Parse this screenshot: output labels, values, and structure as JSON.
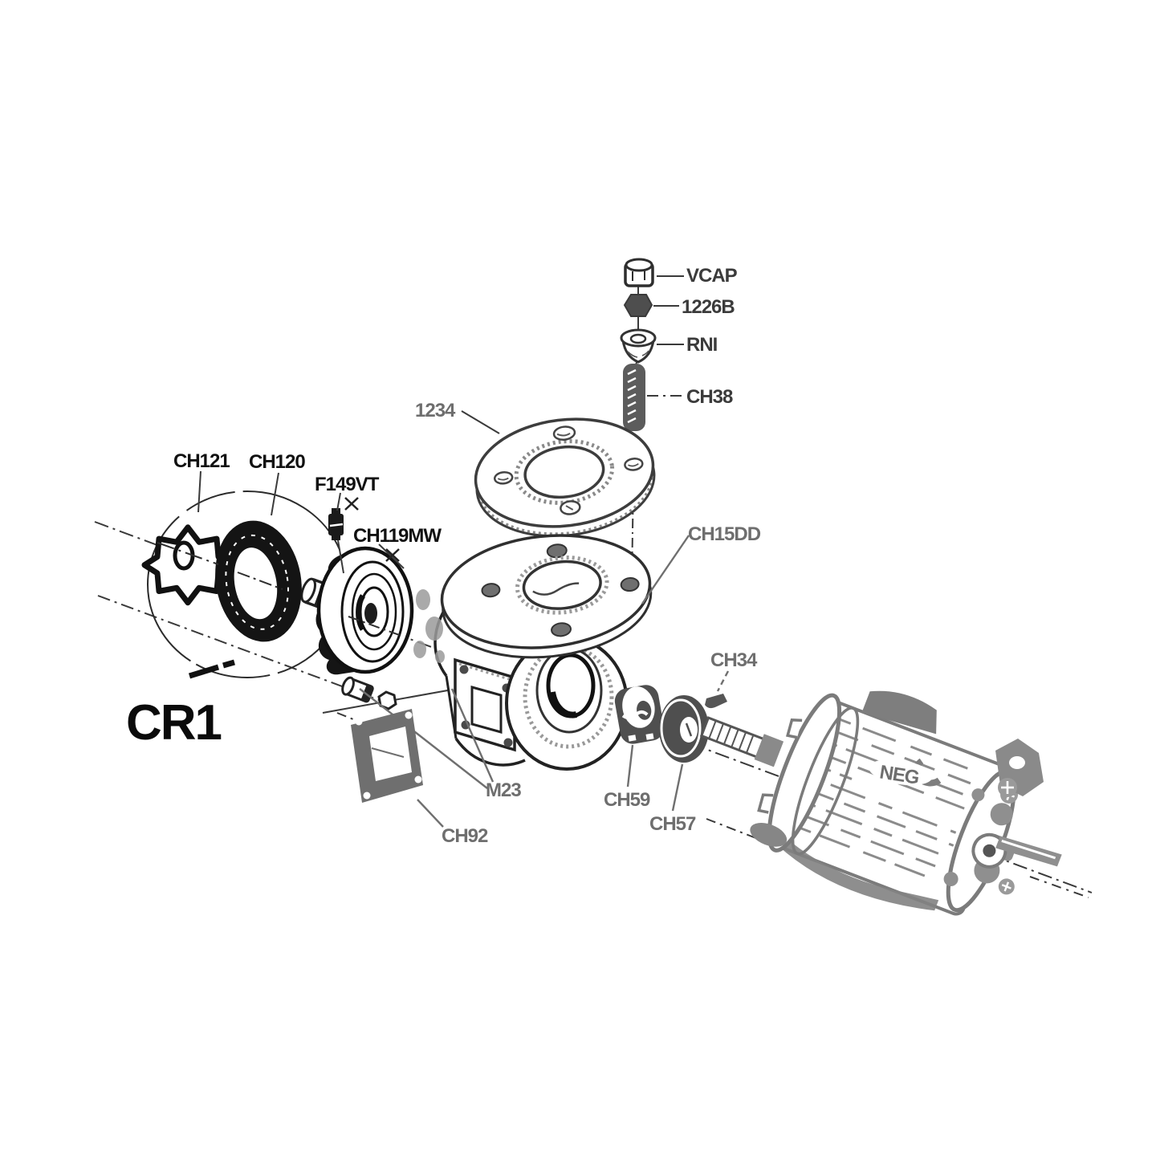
{
  "diagram": {
    "type": "exploded-parts-diagram",
    "subject": "pump and motor assembly",
    "colors": {
      "ink": "#1a1a1a",
      "motor_gray": "#7b7b7b",
      "part_gray": "#4f4f4f",
      "label_gray": "#6e6e6e",
      "background": "#ffffff"
    },
    "labels": {
      "vcap": "VCAP",
      "nut_1226b": "1226B",
      "rni": "RNI",
      "spring_ch38": "CH38",
      "gasket_1234": "1234",
      "knob_ch121": "CH121",
      "seal_ch120": "CH120",
      "valve_f149vt": "F149VT",
      "impeller_ch119mw": "CH119MW",
      "flange_ch15dd": "CH15DD",
      "clip_ch34": "CH34",
      "kit_cr1": "CR1",
      "adapter_m23": "M23",
      "seal_ch59": "CH59",
      "washer_ch57": "CH57",
      "gasket_ch92": "CH92",
      "motor_neg": "NEG"
    }
  }
}
